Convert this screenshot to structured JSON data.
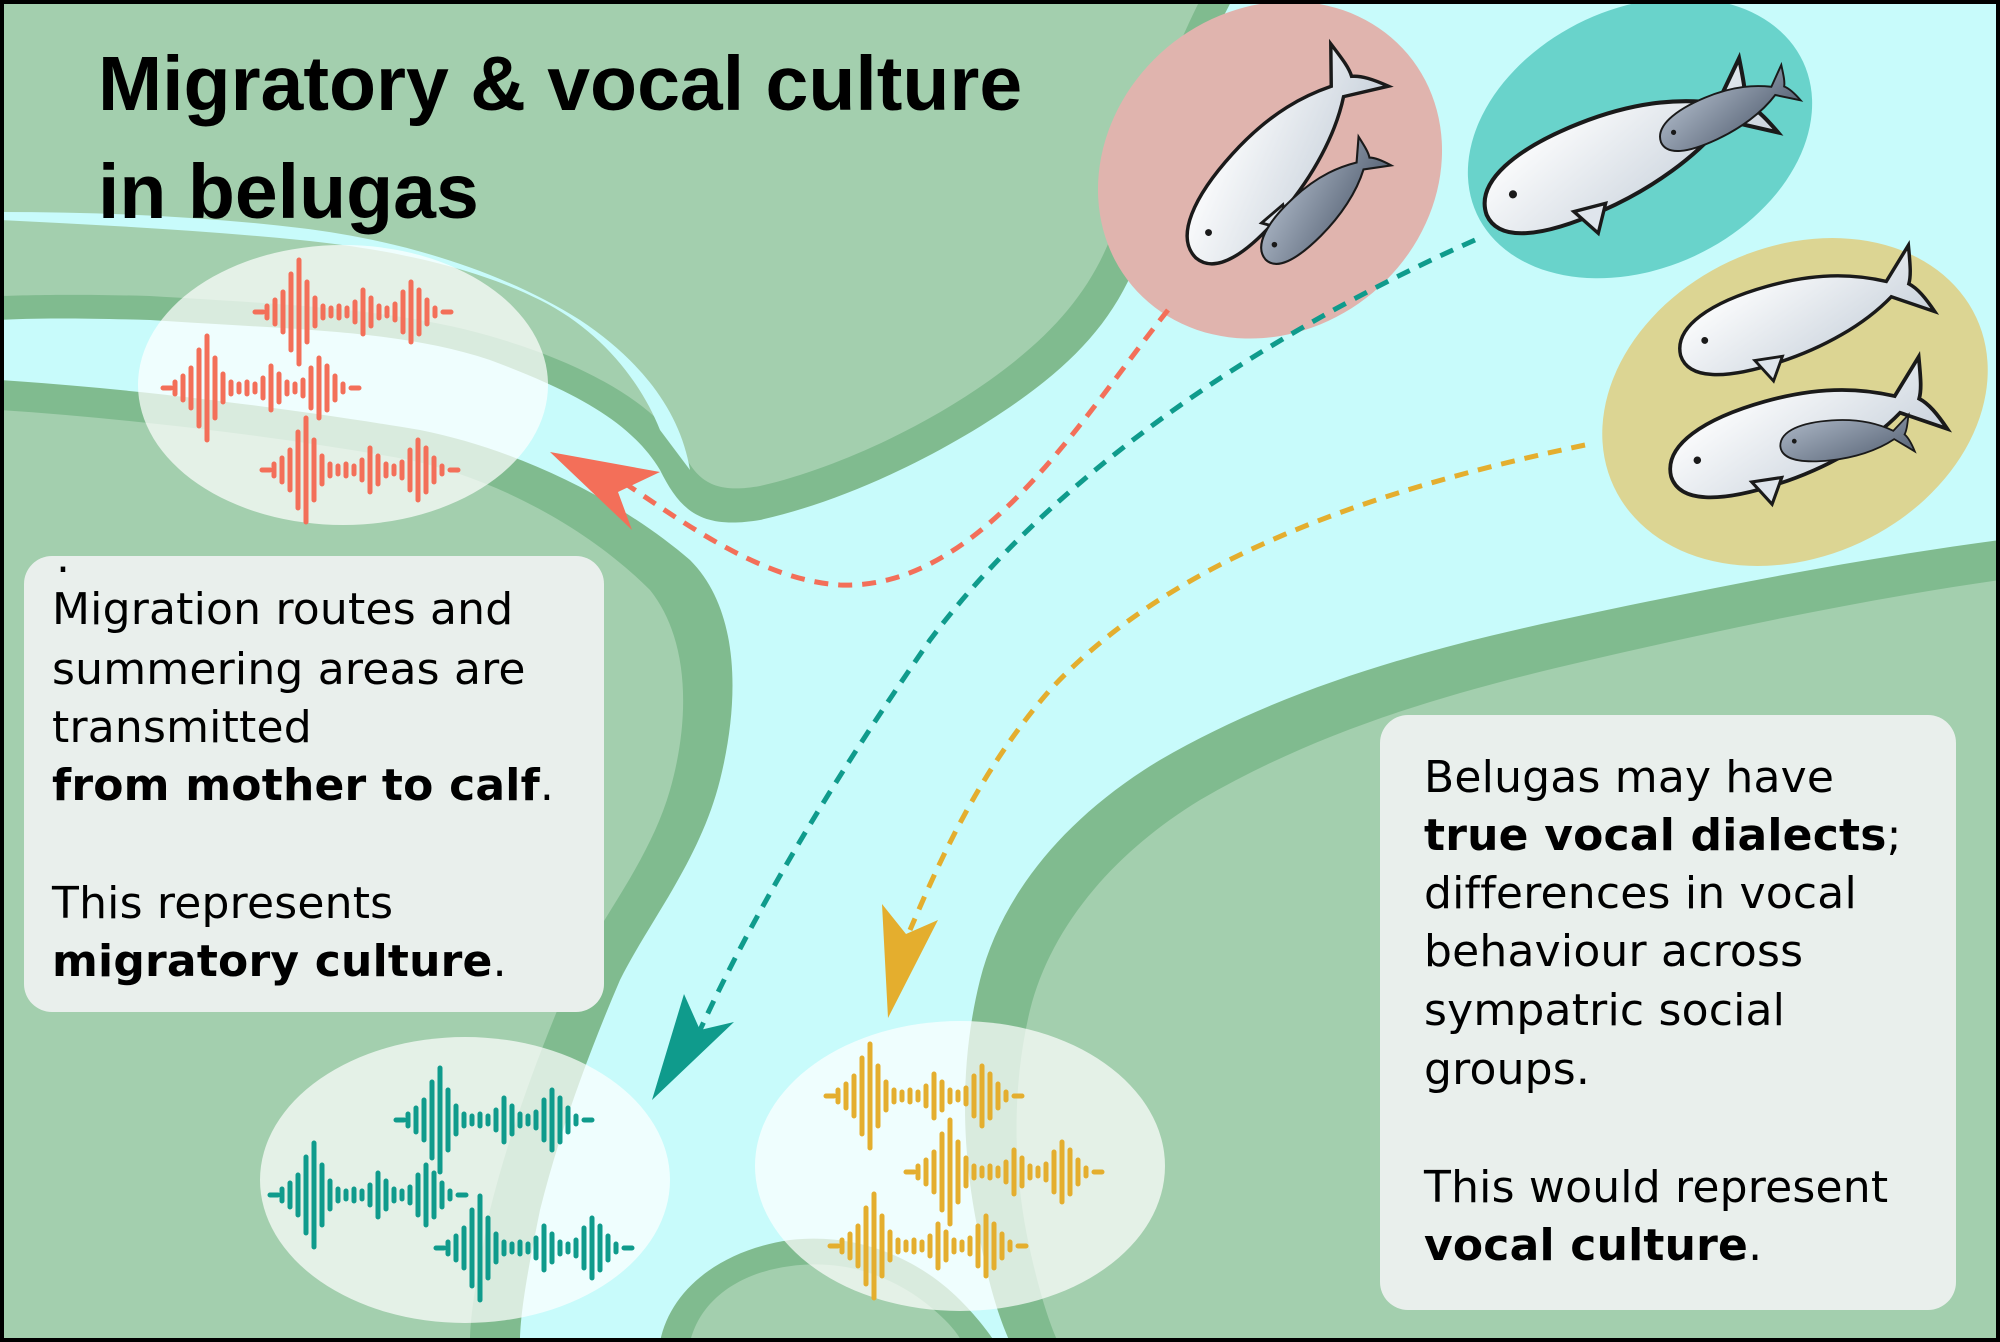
{
  "title": {
    "line1": "Migratory & vocal culture",
    "line2": "in belugas"
  },
  "left_box": {
    "dot": ".",
    "line1": "Migration routes and",
    "line2": "summering areas are",
    "line3": "transmitted",
    "line4_bold": "from mother to calf",
    "line4_end": ".",
    "line5": "This represents",
    "line6_bold": "migratory culture",
    "line6_end": "."
  },
  "right_box": {
    "line1": "Belugas may have",
    "line2_bold": "true vocal dialects",
    "line2_end": ";",
    "line3": "differences in vocal",
    "line4": "behaviour across",
    "line5": "sympatric social",
    "line6": "groups.",
    "line7": "This would represent",
    "line8_bold": "vocal culture",
    "line8_end": "."
  },
  "colors": {
    "water": "#c8fbfb",
    "land_light": "#a3cfae",
    "land_dark": "#80bb8f",
    "pink_group": "#e0b4ae",
    "teal_group": "#69d3cb",
    "yellow_group": "#dcd593",
    "red_route": "#f36f59",
    "teal_route": "#0f9b8c",
    "yellow_route": "#e4ae2e",
    "text_box": "#e9efec"
  },
  "groups": [
    {
      "name": "pink-group",
      "whales": 2
    },
    {
      "name": "teal-group",
      "whales": 2
    },
    {
      "name": "yellow-group",
      "whales": 3
    }
  ]
}
